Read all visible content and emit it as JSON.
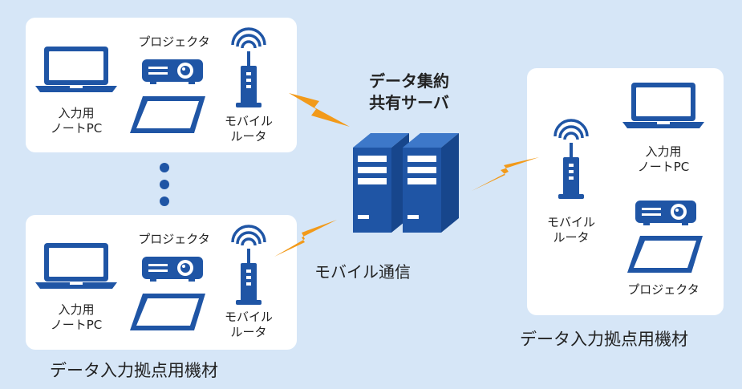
{
  "colors": {
    "background": "#d6e6f7",
    "panel": "#ffffff",
    "device_blue": "#1f55a5",
    "lightning": "#f29a1a"
  },
  "left_top_site": {
    "laptop_label": [
      "入力用",
      "ノートPC"
    ],
    "projector_label": "プロジェクタ",
    "router_label": [
      "モバイル",
      "ルータ"
    ]
  },
  "left_bottom_site": {
    "laptop_label": [
      "入力用",
      "ノートPC"
    ],
    "projector_label": "プロジェクタ",
    "router_label": [
      "モバイル",
      "ルータ"
    ]
  },
  "left_group_caption": "データ入力拠点用機材",
  "server": {
    "title": [
      "データ集約",
      "共有サーバ"
    ]
  },
  "mobile_comm_label": "モバイル通信",
  "right_site": {
    "router_label": [
      "モバイル",
      "ルータ"
    ],
    "laptop_label": [
      "入力用",
      "ノートPC"
    ],
    "projector_label": "プロジェクタ"
  },
  "right_group_caption": "データ入力拠点用機材",
  "icons": [
    "laptop-icon",
    "projector-icon",
    "tablet-icon",
    "router-icon",
    "server-icon",
    "lightning-icon"
  ]
}
